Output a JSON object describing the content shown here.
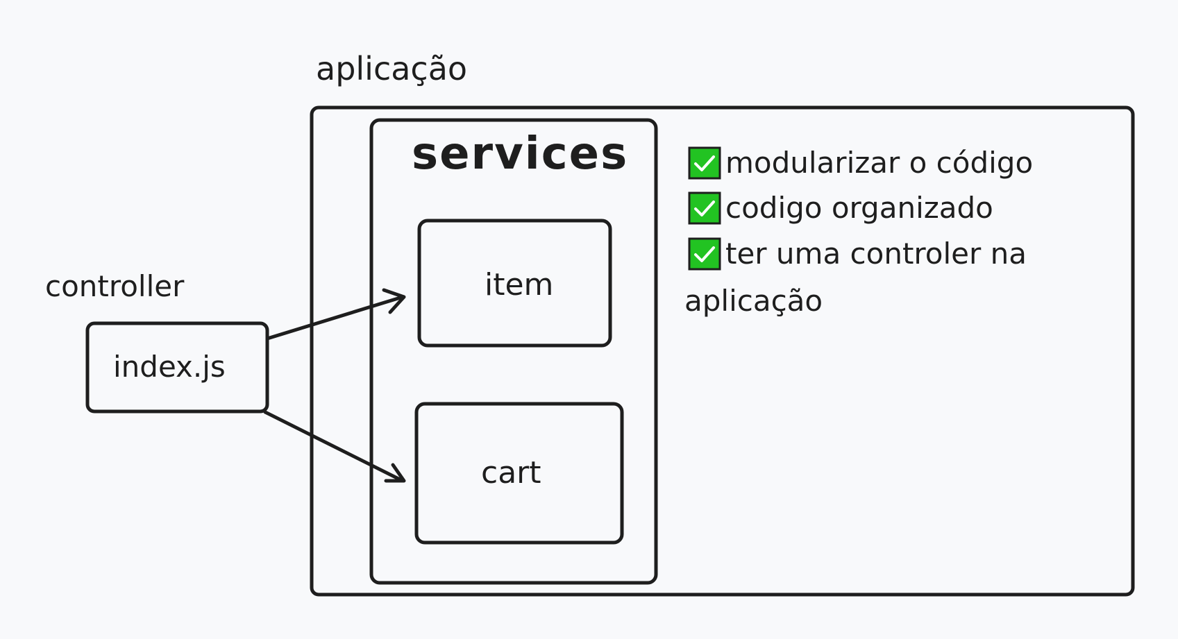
{
  "title": "aplicação",
  "controller": {
    "label": "controller",
    "box_label": "index.js"
  },
  "services": {
    "label": "services",
    "items": [
      {
        "label": "item"
      },
      {
        "label": "cart"
      }
    ]
  },
  "checklist": [
    {
      "text": "modularizar o código",
      "checked": true
    },
    {
      "text": "codigo organizado",
      "checked": true
    },
    {
      "text": "ter uma controler na",
      "checked": true
    }
  ],
  "checklist_continuation": "aplicação",
  "colors": {
    "background": "#f8f9fb",
    "stroke": "#1e1e1e",
    "check_fill": "#22c322",
    "check_mark": "#ffffff"
  }
}
